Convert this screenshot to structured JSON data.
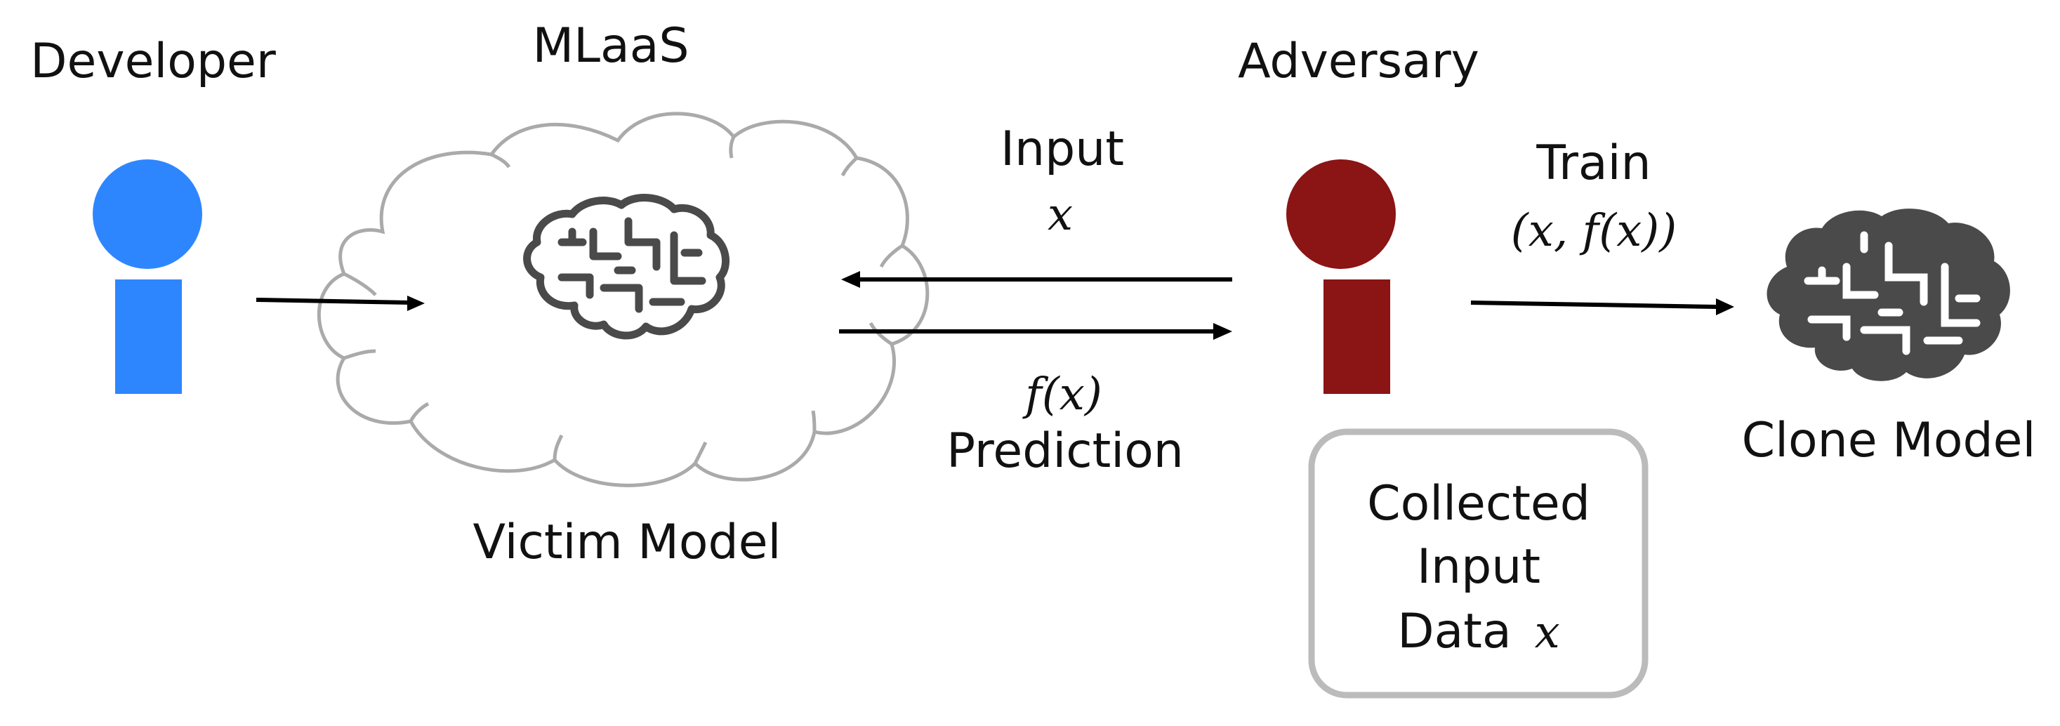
{
  "actors": {
    "developer": {
      "label": "Developer",
      "color": "#2E86FF"
    },
    "adversary": {
      "label": "Adversary",
      "color": "#8B1414"
    }
  },
  "service": {
    "label": "MLaaS",
    "model_label": "Victim Model"
  },
  "query": {
    "label": "Input",
    "symbol": "x"
  },
  "response": {
    "symbol": "f(x)",
    "label": "Prediction"
  },
  "training": {
    "label": "Train",
    "pair": "(x, f(x))"
  },
  "clone": {
    "label": "Clone Model"
  },
  "collected_data": {
    "line1": "Collected",
    "line2": "Input",
    "line3_text": "Data",
    "line3_symbol": "x"
  },
  "colors": {
    "brain": "#4A4A4A",
    "cloud_stroke": "#AAAAAA",
    "box_stroke": "#BBBBBB",
    "arrow": "#000000"
  }
}
